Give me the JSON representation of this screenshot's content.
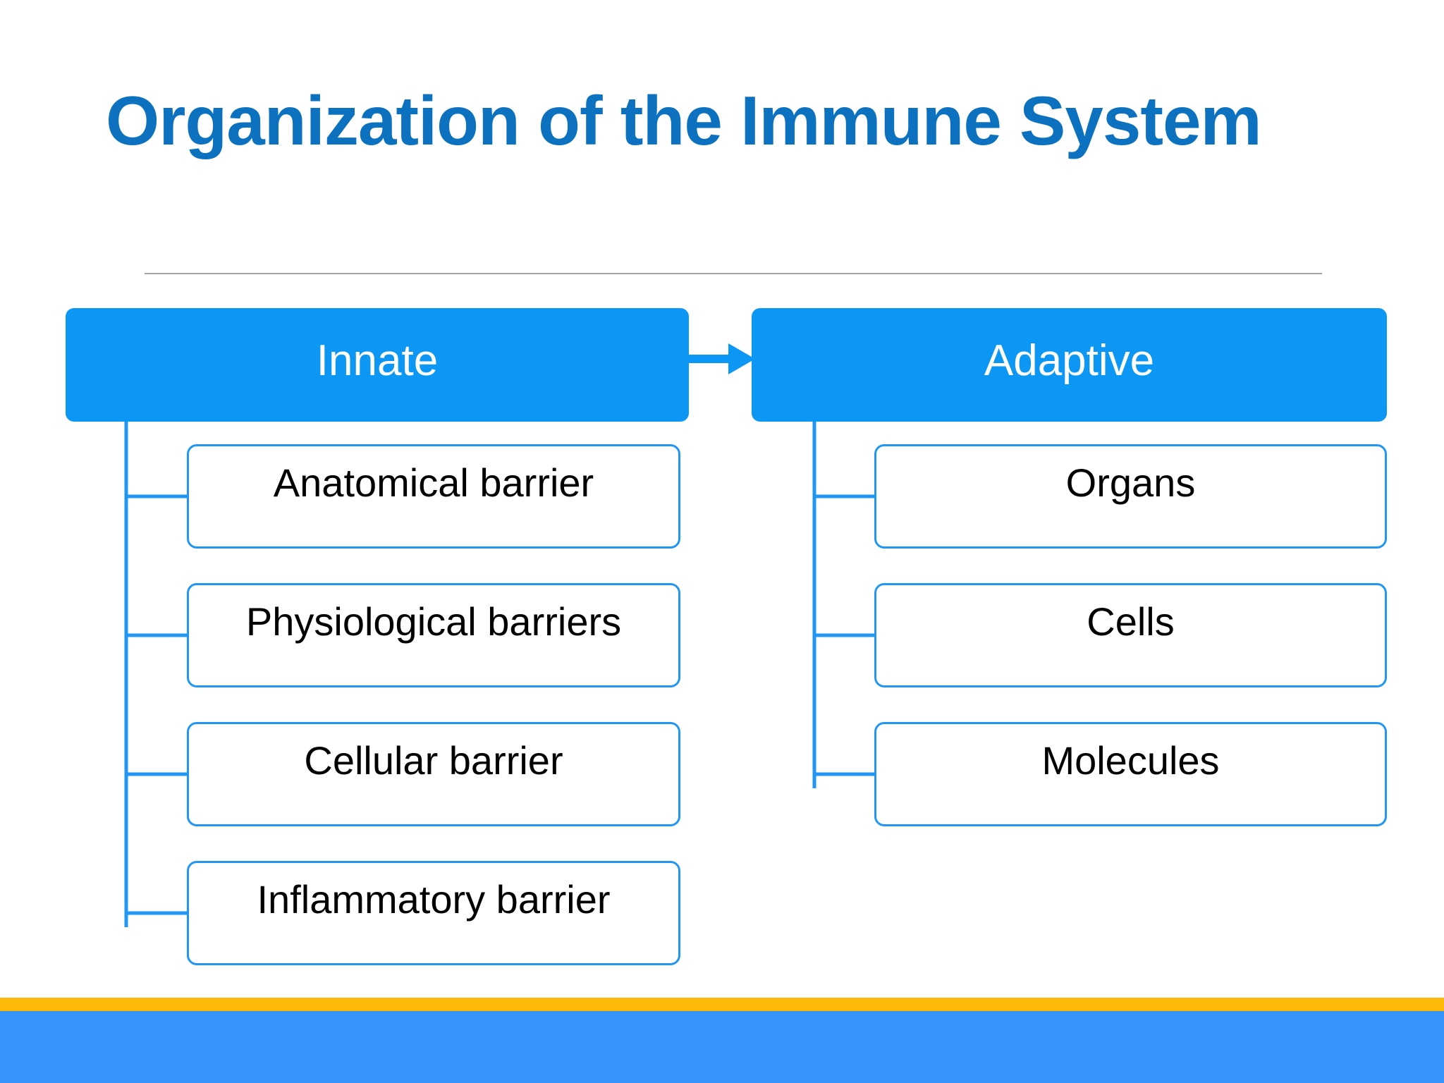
{
  "slide": {
    "title": "Organization of the Immune System",
    "title_color": "#0c72bf",
    "background_color": "#ffffff"
  },
  "divider": {
    "color": "#a6a6a6"
  },
  "diagram": {
    "type": "hierarchy-tree",
    "accent_header_color": "#0c97f5",
    "leaf_border_color": "#2196f3",
    "connector_color": "#2196f3",
    "arrow": {
      "icon": "arrow-right-icon",
      "from": "Innate",
      "to": "Adaptive"
    },
    "branches": [
      {
        "header": "Innate",
        "children": [
          {
            "label": "Anatomical barrier"
          },
          {
            "label": "Physiological barriers"
          },
          {
            "label": "Cellular barrier"
          },
          {
            "label": "Inflammatory barrier"
          }
        ]
      },
      {
        "header": "Adaptive",
        "children": [
          {
            "label": "Organs"
          },
          {
            "label": "Cells"
          },
          {
            "label": "Molecules"
          }
        ]
      }
    ]
  },
  "footer": {
    "gold_bar_color": "#fcb908",
    "blue_bar_color": "#3494fc"
  }
}
